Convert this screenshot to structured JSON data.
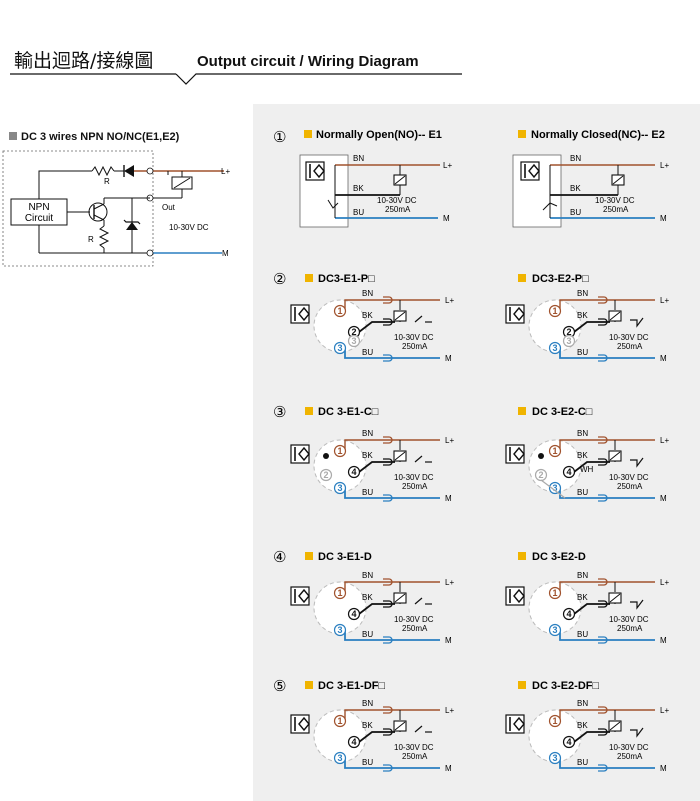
{
  "header": {
    "title_cn": "輸出迴路/接線圖",
    "title_en": "Output circuit / Wiring Diagram"
  },
  "left_panel": {
    "title": "DC 3 wires NPN NO/NC(E1,E2)",
    "npn_line1": "NPN",
    "npn_line2": "Circuit",
    "resistor_label": "R",
    "resistor_label2": "R",
    "out_label": "Out",
    "voltage": "10-30V DC",
    "lplus": "L+",
    "minus": "M"
  },
  "common": {
    "bn": "BN",
    "bk": "BK",
    "bu": "BU",
    "wh": "WH",
    "lplus": "L+",
    "minus": "M",
    "voltage": "10-30V DC",
    "current": "250mA",
    "pin1": "1",
    "pin2": "2",
    "pin3": "3",
    "pin4": "4"
  },
  "rows": [
    {
      "num": "①",
      "left_title": "Normally Open(NO)-- E1",
      "right_title": "Normally Closed(NC)-- E2"
    },
    {
      "num": "②",
      "left_title": "DC3-E1-P□",
      "right_title": "DC3-E2-P□"
    },
    {
      "num": "③",
      "left_title": "DC 3-E1-C□",
      "right_title": "DC 3-E2-C□"
    },
    {
      "num": "④",
      "left_title": "DC 3-E1-D",
      "right_title": "DC 3-E2-D"
    },
    {
      "num": "⑤",
      "left_title": "DC 3-E1-DF□",
      "right_title": "DC 3-E2-DF□"
    }
  ],
  "colors": {
    "brown": "#a0522d",
    "blue": "#2a7fc0",
    "black": "#111111",
    "bullet": "#f0b400",
    "panel_bg": "#efefef",
    "gray_square": "#888888"
  }
}
